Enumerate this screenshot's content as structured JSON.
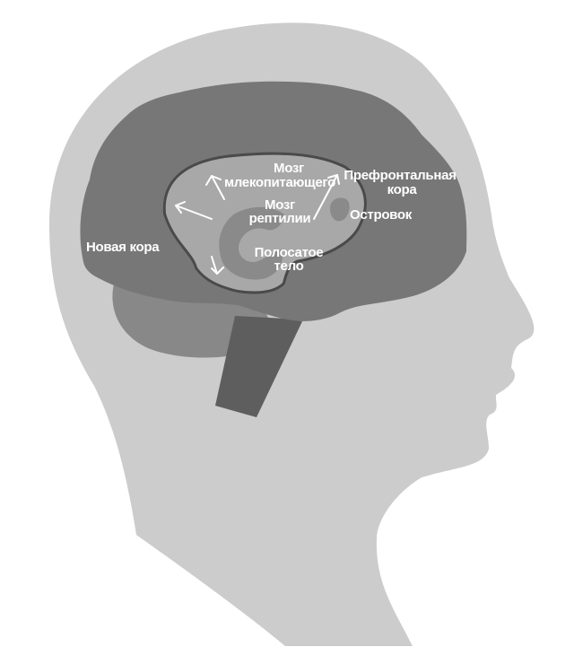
{
  "labels": {
    "neocortex": "Новая кора",
    "mammalian_line1": "Мозг",
    "mammalian_line2": "млекопитающего",
    "reptilian_line1": "Мозг",
    "reptilian_line2": "рептилии",
    "striatum_line1": "Полосатое",
    "striatum_line2": "тело",
    "prefrontal_line1": "Префронтальная",
    "prefrontal_line2": "кора",
    "insula": "Островок"
  },
  "colors": {
    "background": "#ffffff",
    "head": "#cccccc",
    "cortex": "#777777",
    "cerebellum": "#888888",
    "brainstem": "#5e5e5e",
    "limbic": "#a8a8a8",
    "reptilian": "#8a8a8a",
    "labels": "#ffffff"
  }
}
